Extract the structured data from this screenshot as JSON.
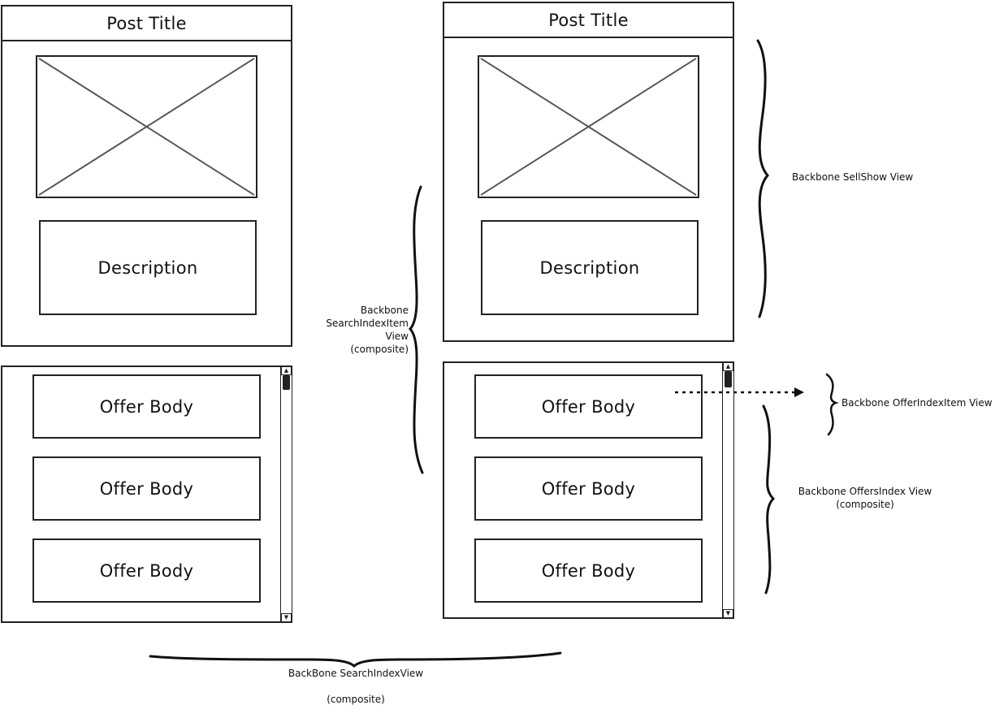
{
  "left_mockup": {
    "post_title": "Post Title",
    "description": "Description",
    "offers": [
      "Offer Body",
      "Offer Body",
      "Offer Body"
    ]
  },
  "right_mockup": {
    "post_title": "Post Title",
    "description": "Description",
    "offers": [
      "Offer Body",
      "Offer Body",
      "Offer Body"
    ]
  },
  "annotations": {
    "sellshow": "Backbone SellShow View",
    "search_index_item": [
      "Backbone",
      "SearchIndexItem",
      "View",
      "(composite)"
    ],
    "offer_index_item": "Backbone OfferIndexItem View",
    "offers_index": [
      "Backbone OffersIndex View",
      "(composite)"
    ],
    "search_index": [
      "BackBone SearchIndexView",
      "(composite)"
    ]
  }
}
